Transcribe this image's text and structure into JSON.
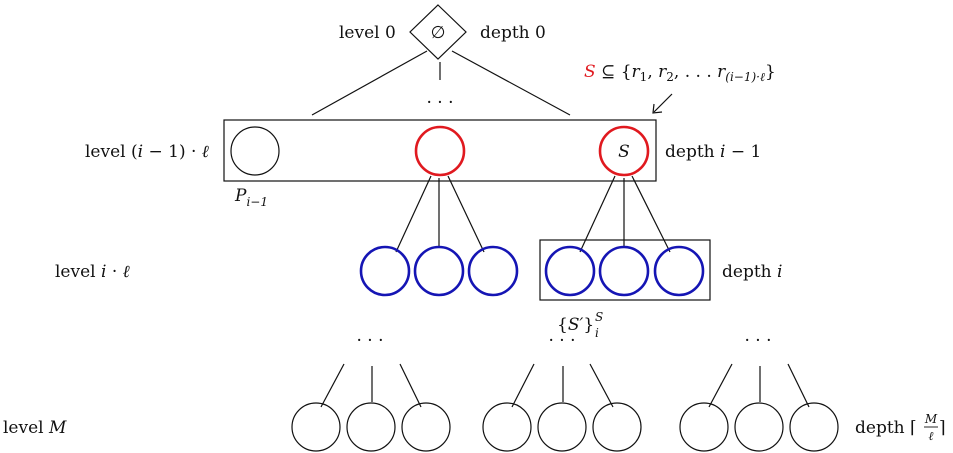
{
  "colors": {
    "ink": "#111111",
    "highlight": "#e0191f",
    "children": "#1515b4"
  },
  "root": {
    "symbol": "∅"
  },
  "levels": {
    "top": "level 0",
    "mid_prefix": "level (",
    "mid_var_i": "i",
    "mid_minus_one": " − 1) · ",
    "mid_var_l": "ℓ",
    "child_prefix": "level ",
    "child_var_i": "i",
    "child_dot": " · ",
    "child_var_l": "ℓ",
    "bottom_prefix": "level ",
    "bottom_var": "M"
  },
  "depths": {
    "top": "depth 0",
    "mid_prefix": "depth ",
    "mid_var": "i",
    "mid_suffix": " − 1",
    "child_prefix": "depth ",
    "child_var": "i",
    "bottom_prefix": "depth ⌈",
    "bottom_num": "M",
    "bottom_den": "ℓ",
    "bottom_close": "⌉"
  },
  "subset_annotation": {
    "S": "S",
    "rel": " ⊆ {",
    "r1": "r",
    "sub1": "1",
    "comma1": ", ",
    "r2": "r",
    "sub2": "2",
    "comma2": ", . . . ",
    "r3": "r",
    "sub3": "(i−1)·ℓ",
    "close": "}"
  },
  "node_label_S": "S",
  "P_label": {
    "base": "P",
    "sub": "i−1"
  },
  "S_prime_label": {
    "open": "{",
    "var": "S′",
    "close": "}",
    "sup": "S",
    "sub": "i"
  },
  "ellipsis": "· · ·"
}
